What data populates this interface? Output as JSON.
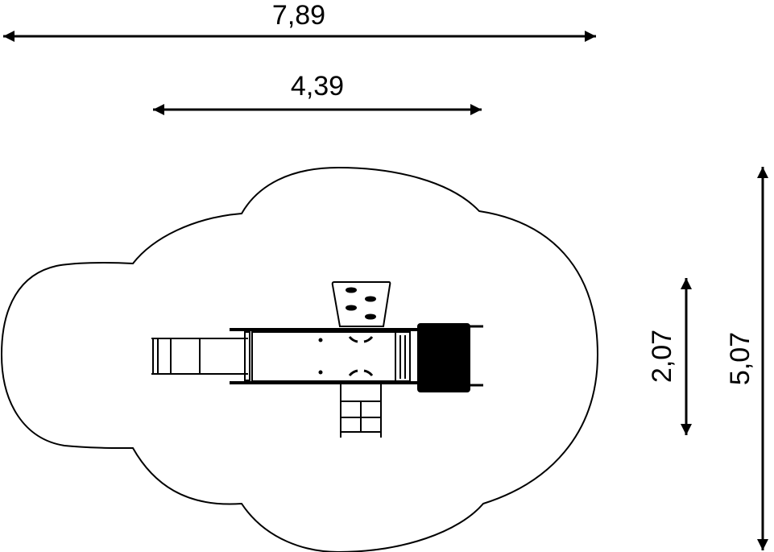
{
  "dimensions": {
    "overall_width": "7,89",
    "structure_width": "4,39",
    "structure_depth": "2,07",
    "overall_depth": "5,07"
  },
  "colors": {
    "line": "#000000",
    "background": "#ffffff"
  }
}
